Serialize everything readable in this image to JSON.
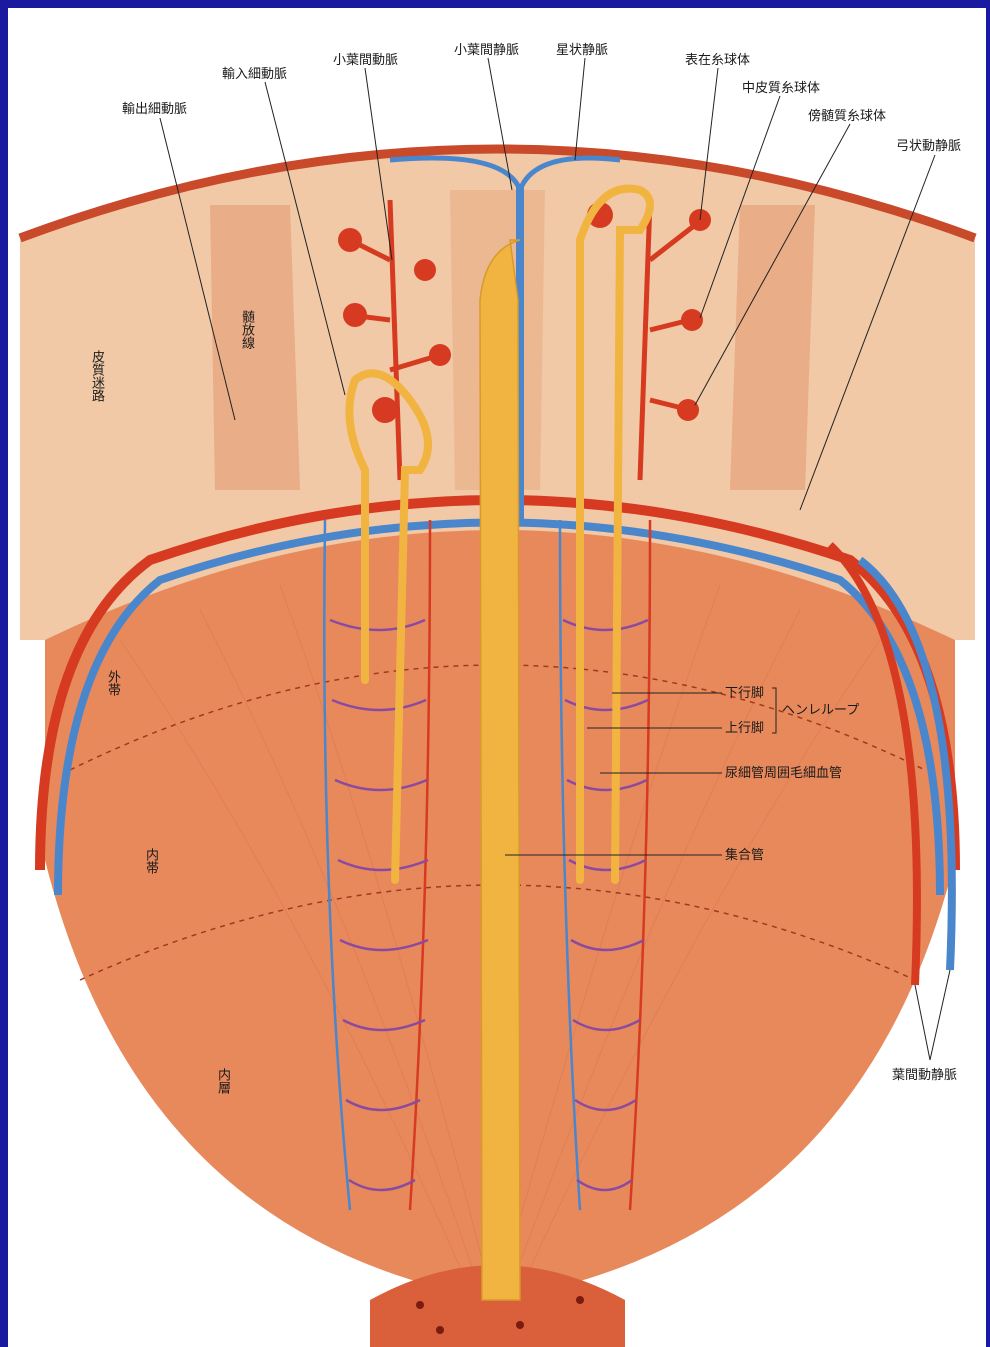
{
  "labels": {
    "efferent_arteriole": "輸出細動脈",
    "afferent_arteriole": "輸入細動脈",
    "interlobular_artery": "小葉間動脈",
    "interlobular_vein": "小葉間静脈",
    "stellate_vein": "星状静脈",
    "superficial_glomerulus": "表在糸球体",
    "midcortical_glomerulus": "中皮質糸球体",
    "juxtamedullary_glomerulus": "傍髄質糸球体",
    "arcuate_vessels": "弓状動静脈",
    "medullary_ray": "髄放線",
    "cortical_labyrinth": "皮質迷路",
    "outer_zone": "外帯",
    "inner_zone": "内帯",
    "inner_layer": "内層",
    "descending_limb": "下行脚",
    "ascending_limb": "上行脚",
    "henle_loop": "ヘンレループ",
    "peritubular_capillary": "尿細管周囲毛細血管",
    "collecting_duct": "集合管",
    "interlobar_vessels": "葉間動静脈"
  },
  "colors": {
    "background": "#1a1aa0",
    "cortex": "#f1c9a6",
    "medulla": "#e8895c",
    "artery": "#d63a20",
    "vein": "#4a86cc",
    "tubule": "#f2b441",
    "capillary_purple": "#8a4aa0"
  }
}
